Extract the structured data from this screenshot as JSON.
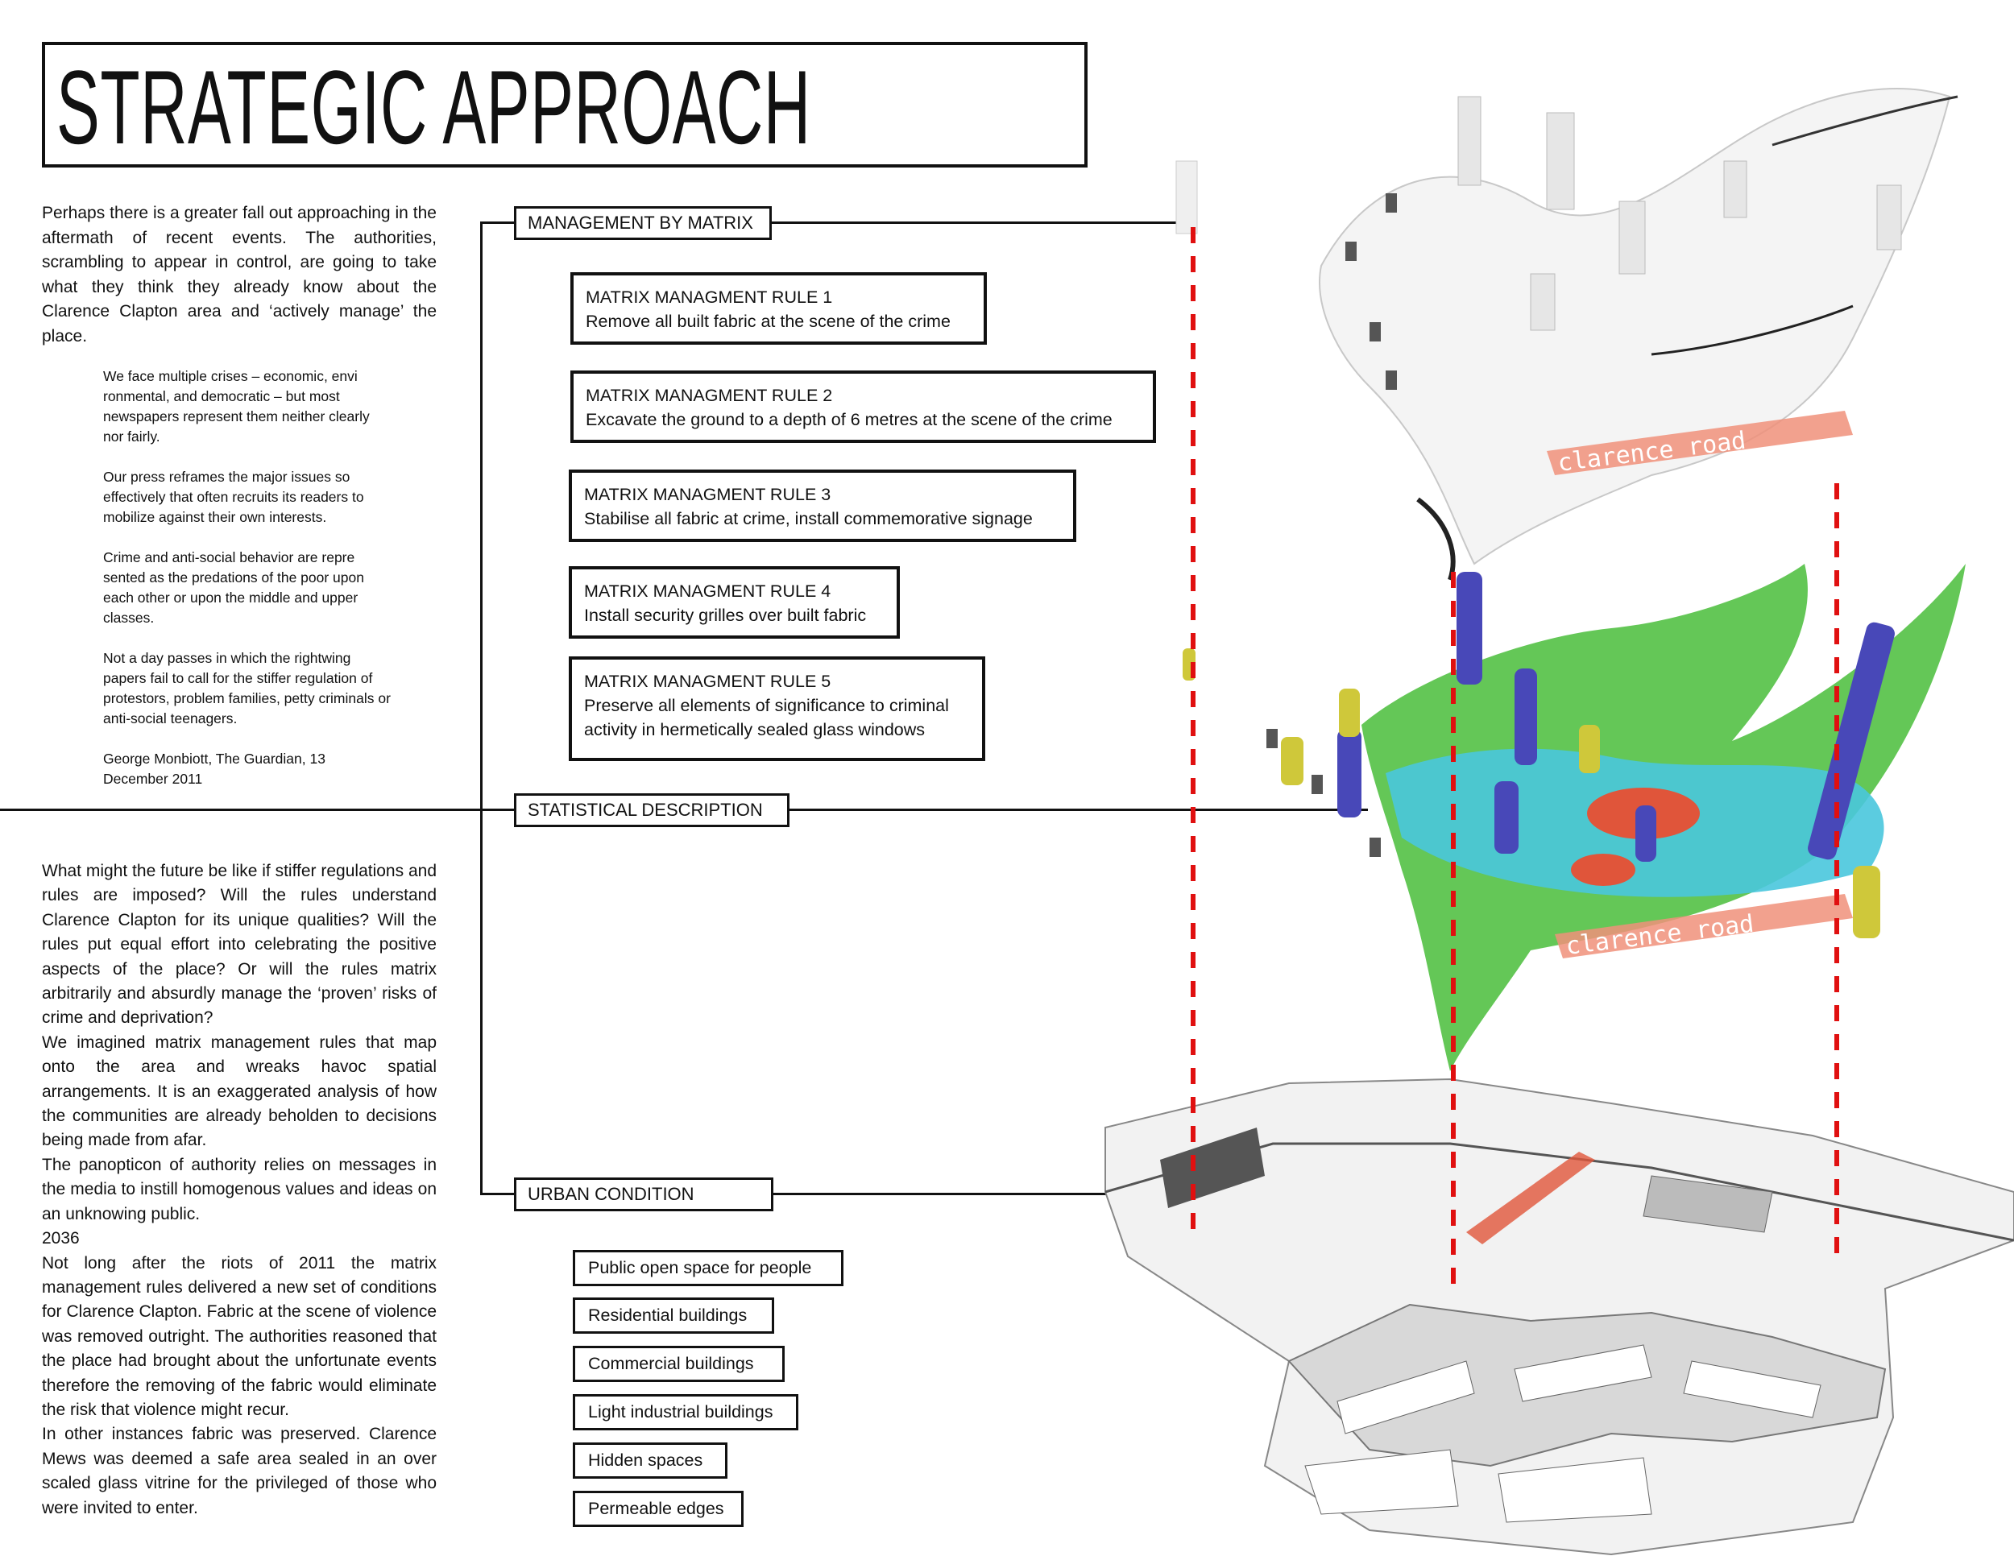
{
  "title": "STRATEGIC APPROACH",
  "intro": "Perhaps there is a greater fall out approaching in the aftermath of recent events. The authorities, scrambling to appear in control, are going to take what they think they already know about the Clarence Clapton area and ‘actively manage’ the place.",
  "quote": {
    "p1": "We face multiple crises – economic, envi ronmental, and democratic – but most newspapers represent them neither clearly nor fairly.",
    "p2": "Our press reframes the major issues so effectively that often recruits its readers to mobilize against their own interests.",
    "p3": "Crime and anti-social behavior are repre sented as the predations of the poor upon each other or upon the middle and upper classes.",
    "p4": "Not a day passes in which the rightwing papers fail to call for the stiffer regulation of protestors, problem families, petty criminals or anti-social teenagers.",
    "p5": "George Monbiott, The Guardian, 13 December 2011"
  },
  "body": {
    "p1": "What might the future be like if stiffer regulations and rules are imposed? Will the rules understand Clarence Clapton for its unique qualities? Will the rules put equal effort into celebrating the positive aspects of the place? Or will the rules matrix arbitrarily and absurdly manage the ‘proven’ risks of crime and deprivation?",
    "p2": "We imagined matrix management rules that map onto the area and wreaks havoc spatial arrangements. It is an exaggerated analysis of how the communities are already beholden to decisions being made from afar.",
    "p3": "The panopticon of authority relies on messages in the media to instill homogenous values and ideas on an unknowing public.",
    "p4": "2036",
    "p5": "Not long after the riots of 2011 the matrix management rules delivered a new set of conditions for Clarence Clapton. Fabric at the scene of violence was removed outright. The authorities reasoned that the place had brought about the unfortunate events therefore the removing of the fabric would eliminate the risk that violence might recur.",
    "p6": "In other instances fabric was preserved. Clarence Mews was deemed a safe area sealed in an over scaled glass vitrine for the privileged of those who were invited to enter."
  },
  "layers": {
    "matrix": "MANAGEMENT BY MATRIX",
    "statistical": "STATISTICAL DESCRIPTION",
    "urban": "URBAN CONDITION"
  },
  "rules": [
    {
      "title": "MATRIX MANAGMENT RULE 1",
      "text": "Remove all built fabric at the scene of the crime"
    },
    {
      "title": "MATRIX MANAGMENT RULE 2",
      "text": "Excavate the ground to a depth of 6 metres at the scene of the crime"
    },
    {
      "title": "MATRIX MANAGMENT RULE 3",
      "text": "Stabilise all fabric at crime, install commemorative signage"
    },
    {
      "title": "MATRIX MANAGMENT RULE 4",
      "text": "Install security grilles over built fabric"
    },
    {
      "title": "MATRIX MANAGMENT RULE 5",
      "text": "Preserve all elements of significance to criminal",
      "text2": "activity in hermetically sealed glass windows"
    }
  ],
  "legend": [
    "Public open space for people",
    "Residential buildings",
    "Commercial buildings",
    "Light industrial buildings",
    "Hidden spaces",
    "Permeable edges"
  ],
  "road_label": "clarence road",
  "colors": {
    "dashed": "#e01010",
    "green": "#5cc44e",
    "cyan": "#49c6dd",
    "blue": "#4848b8",
    "yellow": "#cfc83a",
    "road": "#f0907a"
  }
}
